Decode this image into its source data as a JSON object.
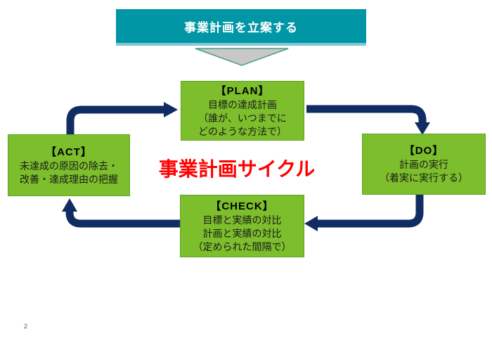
{
  "colors": {
    "banner-bg": "#0096A6",
    "banner-light": "#7CC9D2",
    "banner-text": "#FFFFFF",
    "box-green": "#7CBE2B",
    "box-border": "#5FA32B",
    "arrow-navy": "#102C62",
    "triangle-fill": "#C9C8C6",
    "triangle-border": "#4B9C8C",
    "title-red": "#FF0000",
    "text-dark": "#1A1A1A"
  },
  "banner": {
    "label": "事業計画を立案する"
  },
  "center_title": "事業計画サイクル",
  "boxes": {
    "plan": {
      "title": "【PLAN】",
      "lines": [
        "目標の達成計画",
        "（誰が、いつまでに",
        "どのような方法で）"
      ]
    },
    "do": {
      "title": "【DO】",
      "lines": [
        "計画の実行",
        "（着実に実行する）"
      ]
    },
    "check": {
      "title": "【CHECK】",
      "lines": [
        "目標と実績の対比",
        "計画と実績の対比",
        "（定められた間隔で）"
      ]
    },
    "act": {
      "title": "【ACT】",
      "lines": [
        "未達成の原因の除去・",
        "改善・達成理由の把握"
      ]
    }
  },
  "cycle_flow": [
    "PLAN",
    "DO",
    "CHECK",
    "ACT"
  ],
  "page_number": "2"
}
